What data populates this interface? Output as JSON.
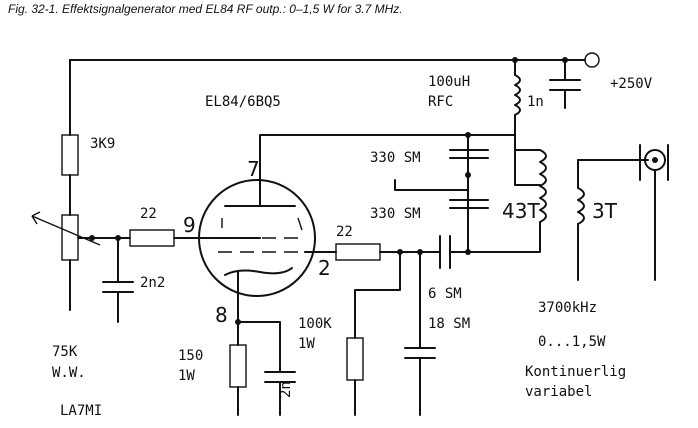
{
  "caption": "Fig. 32-1. Effektsignalgenerator med EL84 RF outp.: 0–1,5 W for 3.7 MHz.",
  "labels": {
    "tube": "EL84/6BQ5",
    "supply": "+250V",
    "choke_value": "100uH",
    "choke_name": "RFC",
    "supply_cap": "1n",
    "pot_top_res": "3K9",
    "grid_res": "22",
    "grid_cap": "2n2",
    "pot": "75K",
    "pot_type": "W.W.",
    "author": "LA7MI",
    "cathode_res": "150",
    "cathode_res_w": "1W",
    "cathode_cap": "2n",
    "anode_res": "22",
    "leak_res": "100K",
    "leak_res_w": "1W",
    "tank_cap_upper": "330 SM",
    "tank_cap_lower": "330 SM",
    "coupling_cap": "6 SM",
    "output_cap": "18 SM",
    "tank_coil": "43T",
    "link_coil": "3T",
    "frequency": "3700kHz",
    "power_range": "0...1,5W",
    "note_line1": "Kontinuerlig",
    "note_line2": "variabel"
  },
  "pins": {
    "anode": "7",
    "grid": "9",
    "screen": "2",
    "cathode": "8"
  }
}
